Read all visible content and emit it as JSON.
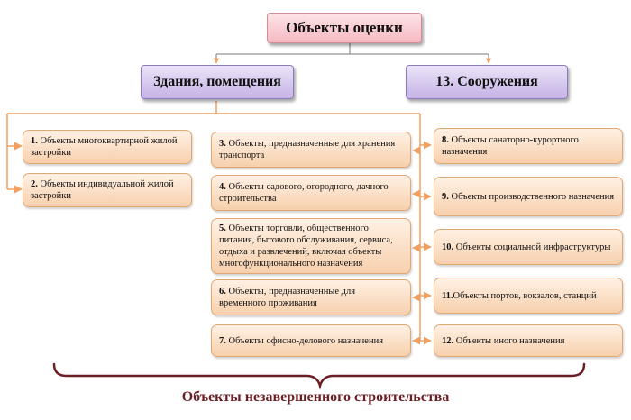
{
  "root": {
    "label": "Объекты оценки"
  },
  "branch_left": {
    "label": "Здания, помещения"
  },
  "branch_right": {
    "label": "13. Сооружения"
  },
  "left_items": [
    {
      "num": "1.",
      "text": " Объекты многоквартирной жилой застройки"
    },
    {
      "num": "2.",
      "text": " Объекты индивидуальной жилой застройки"
    }
  ],
  "middle_items": [
    {
      "num": "3.",
      "text": " Объекты, предназначенные для хранения транспорта"
    },
    {
      "num": "4.",
      "text": " Объекты садового, огородного, дачного строительства"
    },
    {
      "num": "5.",
      "text": " Объекты торговли, общественного питания, бытового обслуживания, сервиса, отдыха и развлечений, включая объекты многофункционального назначения"
    },
    {
      "num": "6.",
      "text": " Объекты, предназначенные для временного проживания"
    },
    {
      "num": "7.",
      "text": " Объекты офисно-делового назначения"
    }
  ],
  "right_items": [
    {
      "num": "8.",
      "text": " Объекты санаторно-курортного назначения"
    },
    {
      "num": "9.",
      "text": " Объекты производственного назначения"
    },
    {
      "num": "10.",
      "text": " Объекты социальной инфраструктуры"
    },
    {
      "num": "11.",
      "text": "Объекты портов, вокзалов, станций"
    },
    {
      "num": "12.",
      "text": " Объекты иного назначения"
    }
  ],
  "footer": {
    "label": "Объекты незавершенного строительства"
  },
  "colors": {
    "connector": "#f0a060",
    "brace": "#6b1f24"
  }
}
